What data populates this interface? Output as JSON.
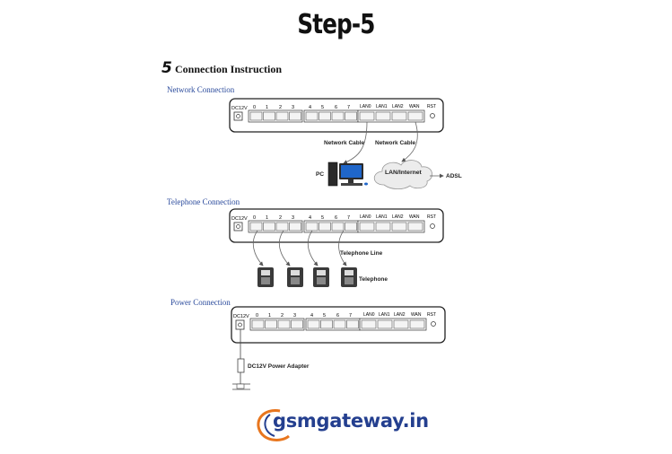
{
  "header": {
    "title": "Step-5"
  },
  "instruction": {
    "number": "5",
    "heading": "Connection Instruction"
  },
  "device": {
    "power_label": "DC12V",
    "fxs_ports": [
      "0",
      "1",
      "2",
      "3",
      "4",
      "5",
      "6",
      "7"
    ],
    "eth_ports": [
      "LAN0",
      "LAN1",
      "LAN2",
      "WAN"
    ],
    "reset_label": "RST"
  },
  "network": {
    "label": "Network Connection",
    "cable_left": "Network Cable",
    "cable_right": "Network Cable",
    "pc_label": "PC",
    "cloud_label": "LAN/Internet",
    "adsl_label": "ADSL"
  },
  "telephone": {
    "label": "Telephone Connection",
    "line_label": "Telephone Line",
    "phone_label": "Telephone"
  },
  "power": {
    "label": "Power Connection",
    "adapter_label": "DC12V  Power Adapter"
  },
  "logo": {
    "text": "gsmgateway.in"
  },
  "colors": {
    "title": "#111111",
    "section_label": "#2a4a9c",
    "logo_blue": "#243f8f",
    "logo_orange": "#e8761e"
  }
}
